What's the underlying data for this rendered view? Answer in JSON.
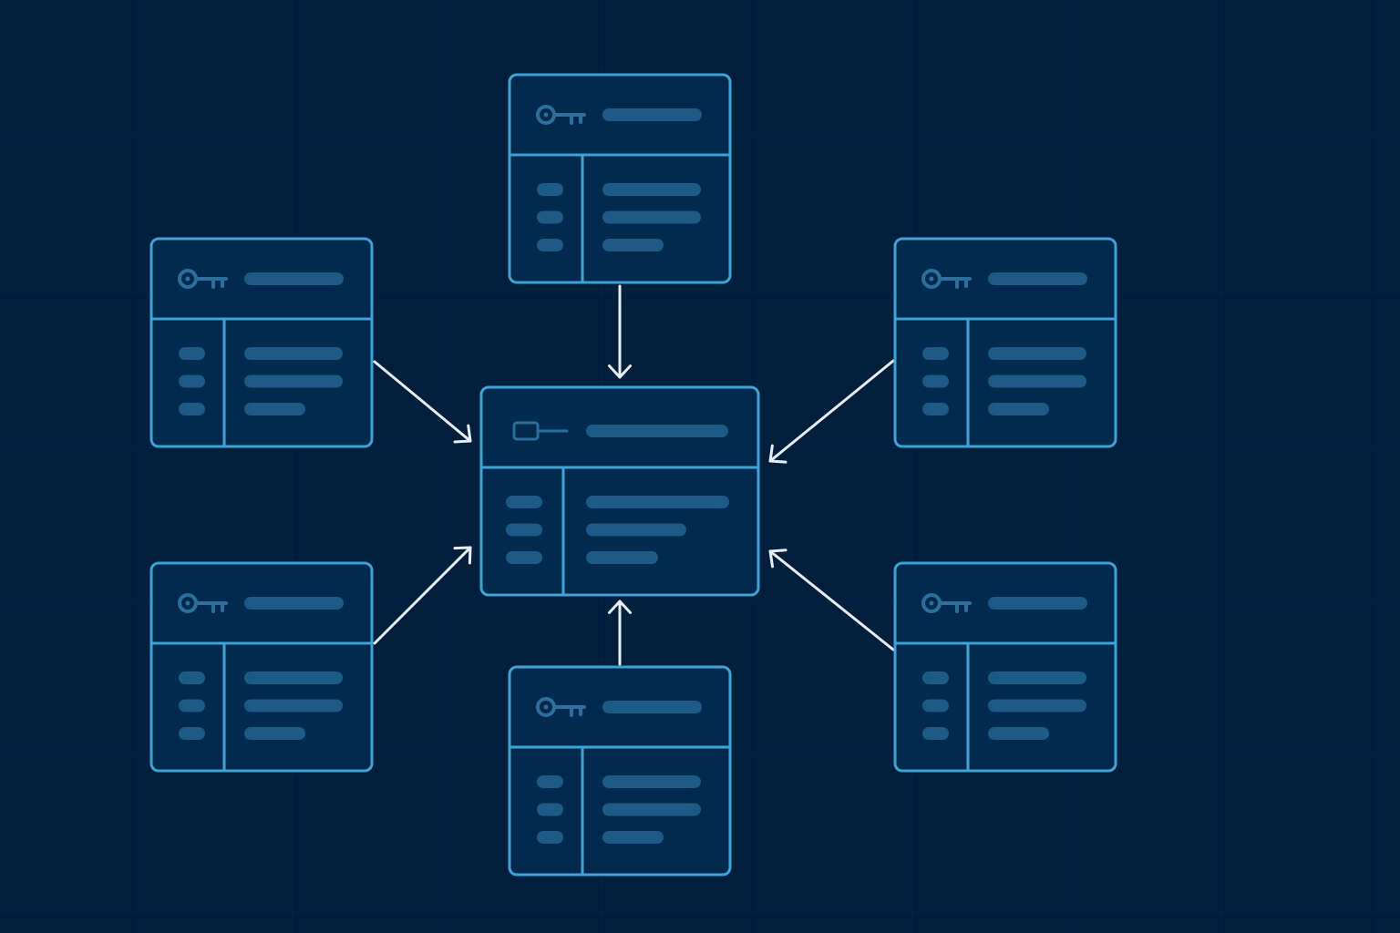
{
  "colors": {
    "background": "#001f3d",
    "grid_line": "#0a2b4c",
    "card_fill": "#012a4e",
    "card_border": "#3fa3d6",
    "placeholder_bar": "#1d5a86",
    "key_icon": "#2d6f9c",
    "arrow": "#e8eef5"
  },
  "diagram": {
    "hub": {
      "id": "hub",
      "header_icon": "foreign-key-icon",
      "row_count": 3
    },
    "satellites": [
      {
        "id": "top",
        "header_icon": "key-icon",
        "row_count": 3,
        "arrow": "into-hub-top"
      },
      {
        "id": "upper-left",
        "header_icon": "key-icon",
        "row_count": 3,
        "arrow": "into-hub-left"
      },
      {
        "id": "upper-right",
        "header_icon": "key-icon",
        "row_count": 3,
        "arrow": "into-hub-right"
      },
      {
        "id": "lower-left",
        "header_icon": "key-icon",
        "row_count": 3,
        "arrow": "into-hub-left"
      },
      {
        "id": "lower-right",
        "header_icon": "key-icon",
        "row_count": 3,
        "arrow": "into-hub-right"
      },
      {
        "id": "bottom",
        "header_icon": "key-icon",
        "row_count": 3,
        "arrow": "into-hub-bottom"
      }
    ]
  }
}
